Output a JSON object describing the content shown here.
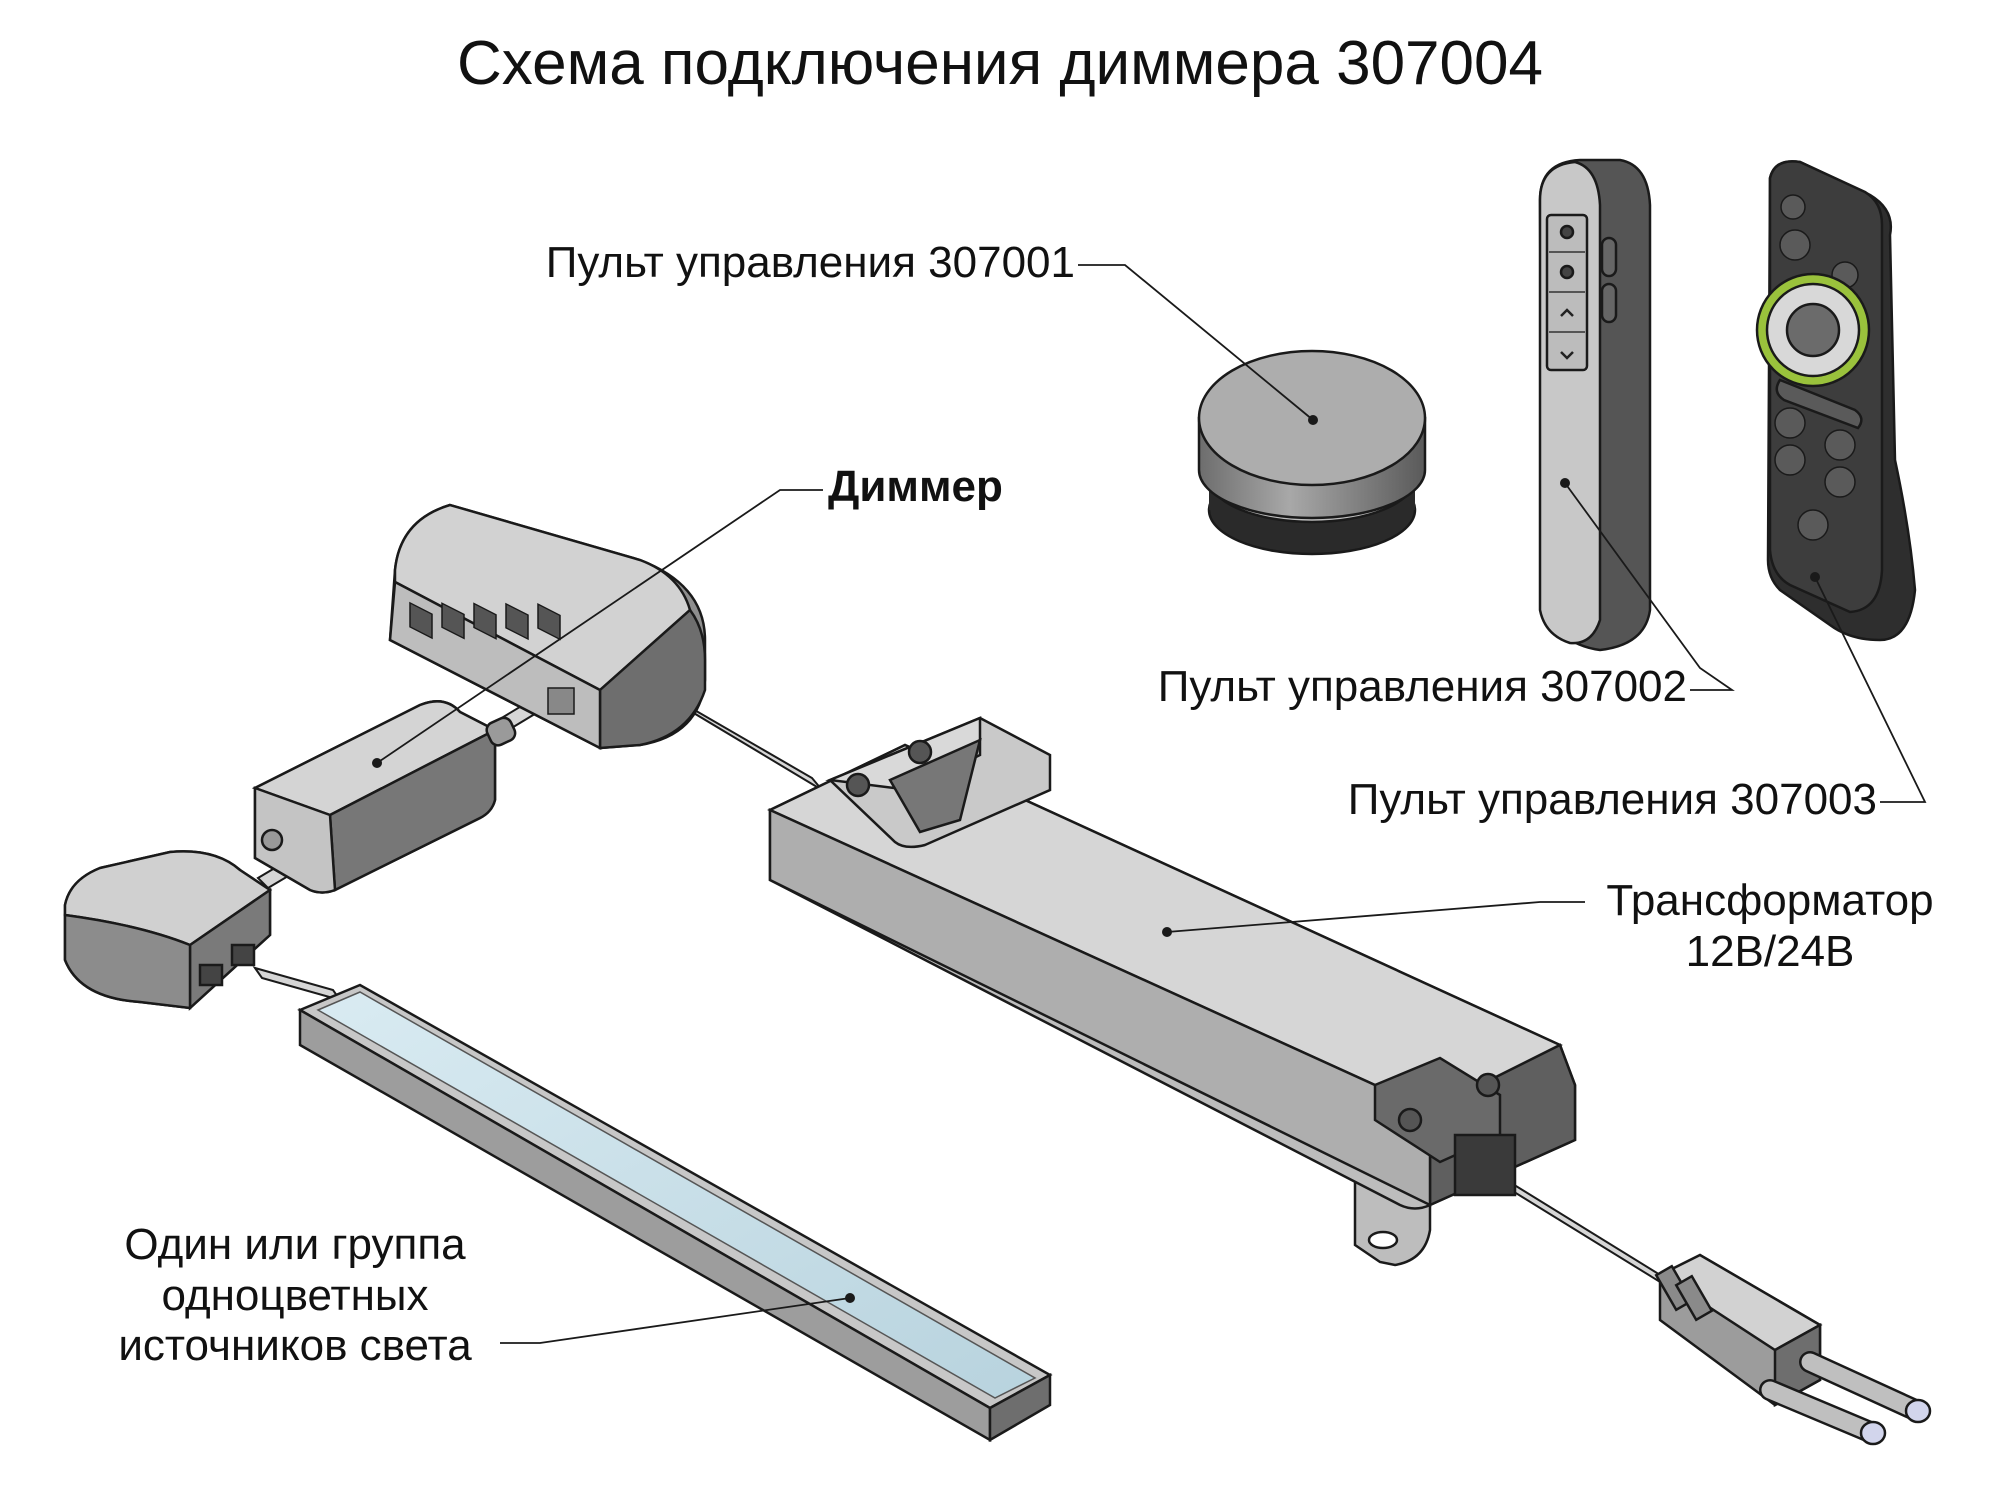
{
  "title": "Схема подключения диммера 307004",
  "labels": {
    "remote1": "Пульт управления 307001",
    "dimmer": "Диммер",
    "remote2": "Пульт управления 307002",
    "remote3": "Пульт управления 307003",
    "transformer_line1": "Трансформатор",
    "transformer_line2": "12В/24В",
    "light_line1": "Один или группа",
    "light_line2": "одноцветных",
    "light_line3": "источников света"
  },
  "colors": {
    "device_light": "#cfcfcf",
    "device_mid": "#a9a9a9",
    "device_dark": "#5e5e5e",
    "remote_black": "#3a3a3a",
    "accent_ring": "#9ac23c",
    "led_diffuser": "#c9dfe8",
    "outline": "#1a1a1a"
  }
}
